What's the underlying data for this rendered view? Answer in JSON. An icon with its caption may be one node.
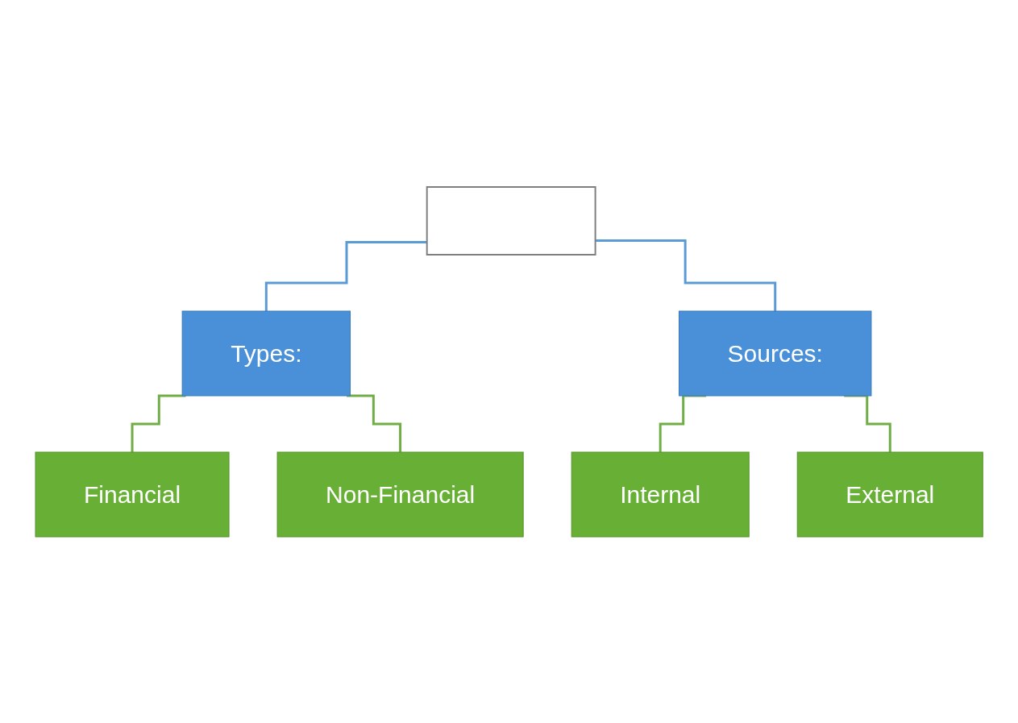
{
  "diagram": {
    "nodes": [
      {
        "text": [],
        "shape": "box"
      },
      {
        "text": [
          "Types:"
        ]
      },
      {
        "text": [
          "Sources:"
        ]
      },
      {
        "text": [
          "Financial"
        ]
      },
      {
        "text": [
          "Non-Financial"
        ]
      },
      {
        "text": [
          "Internal"
        ]
      },
      {
        "text": [
          "External"
        ]
      }
    ],
    "edges": [
      {
        "from": 0,
        "to": 1,
        "arrow": "none",
        "color": "#5b9bd5"
      },
      {
        "from": 0,
        "to": 2,
        "arrow": "none",
        "color": "#5b9bd5"
      },
      {
        "from": 1,
        "to": 3,
        "arrow": "none"
      },
      {
        "from": 1,
        "to": 4,
        "arrow": "none"
      },
      {
        "from": 2,
        "to": 5,
        "arrow": "none"
      },
      {
        "from": 2,
        "to": 6,
        "arrow": "none"
      }
    ]
  }
}
